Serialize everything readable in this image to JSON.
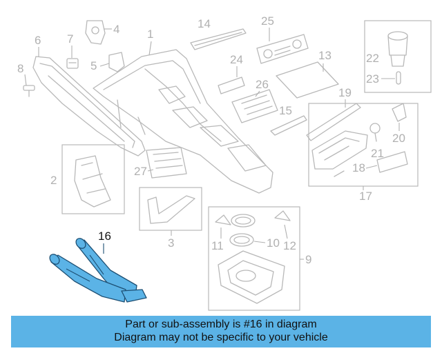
{
  "colors": {
    "banner_background": "#5bb3e6",
    "highlight_part": "#5bb3e6",
    "highlight_outline": "#1d4f73",
    "line_art": "#b8b8b8",
    "callout_text": "#b0b0b0",
    "highlight_callout_text": "#111111"
  },
  "diagram": {
    "highlighted_part_callout": "16",
    "callouts": {
      "c1": "1",
      "c2": "2",
      "c3": "3",
      "c4": "4",
      "c5": "5",
      "c6": "6",
      "c7": "7",
      "c8": "8",
      "c9": "9",
      "c10": "10",
      "c11": "11",
      "c12": "12",
      "c13": "13",
      "c14": "14",
      "c15": "15",
      "c16": "16",
      "c17": "17",
      "c18": "18",
      "c19": "19",
      "c20": "20",
      "c21": "21",
      "c22": "22",
      "c23": "23",
      "c24": "24",
      "c25": "25",
      "c26": "26",
      "c27": "27"
    }
  },
  "banner": {
    "line1": "Part or sub-assembly is #16 in diagram",
    "line2": "Diagram may not be specific to your vehicle"
  }
}
